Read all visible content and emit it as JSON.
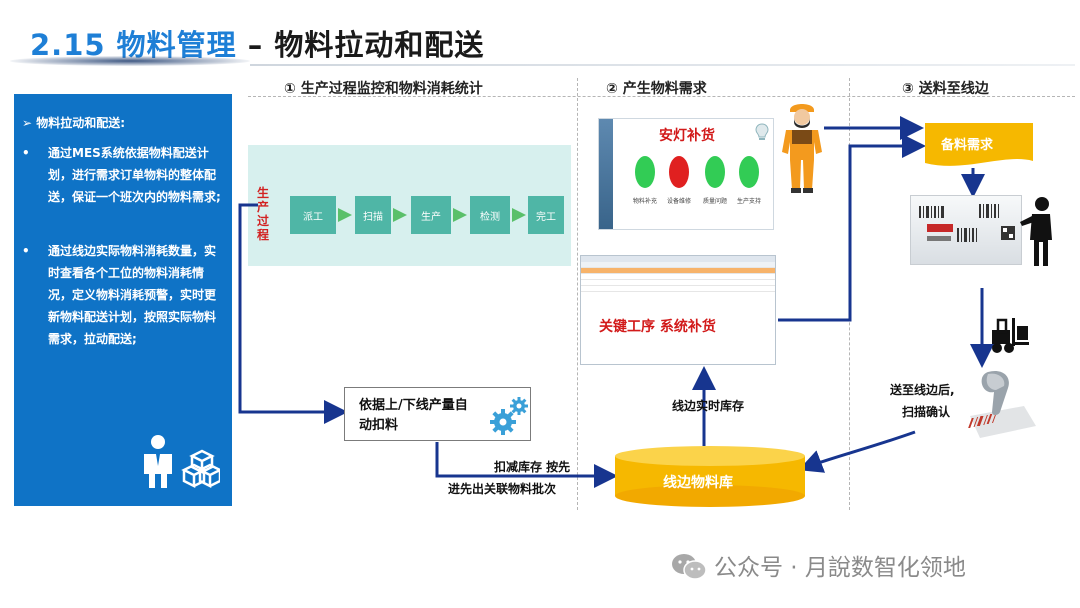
{
  "title": {
    "number": "2.15",
    "main": "物料管理",
    "dash": " – ",
    "sub": "物料拉动和配送"
  },
  "sections": [
    {
      "label": "① 生产过程监控和物料消耗统计"
    },
    {
      "label": "② 产生物料需求"
    },
    {
      "label": "③ 送料至线边"
    }
  ],
  "left_panel": {
    "heading": "➢ 物料拉动和配送:",
    "bullets": [
      {
        "mark": "•",
        "text": "通过MES系统依据物料配送计划，进行需求订单物料的整体配送，保证一个班次内的物料需求;"
      },
      {
        "mark": "•",
        "text": "通过线边实际物料消耗数量，实时查看各个工位的物料消耗情况，定义物料消耗预警，实时更新物料配送计划，按照实际物料需求，拉动配送;"
      }
    ]
  },
  "process": {
    "label": "生产过程",
    "steps": [
      "派工",
      "扫描",
      "生产",
      "检测",
      "完工"
    ]
  },
  "andon": {
    "title": "安灯补货",
    "lamps": [
      {
        "color": "#32cc55",
        "label": "物料补充"
      },
      {
        "color": "#e02020",
        "label": "设备维修"
      },
      {
        "color": "#32cc55",
        "label": "质量问题"
      },
      {
        "color": "#32cc55",
        "label": "生产支持"
      }
    ]
  },
  "key_process": {
    "title": "关键工序 系统补货"
  },
  "deduct_box": {
    "text": "依据上/下线产量自\n动扣料"
  },
  "demand_box": {
    "text": "备料需求"
  },
  "warehouse": {
    "text": "线边物料库"
  },
  "labels": {
    "realtime_stock": "线边实时库存",
    "deduct_line1": "扣减库存 按先",
    "deduct_line2": "进先出关联物料批次",
    "send_line1": "送至线边后,",
    "send_line2": "扫描确认"
  },
  "watermark": {
    "text": "公众号 · 月說数智化领地"
  },
  "colors": {
    "brand": "#1e7fd6",
    "panel": "#0f73c6",
    "arrow": "#17358f",
    "accent_red": "#d21a1a",
    "yellow": "#f6b800"
  }
}
